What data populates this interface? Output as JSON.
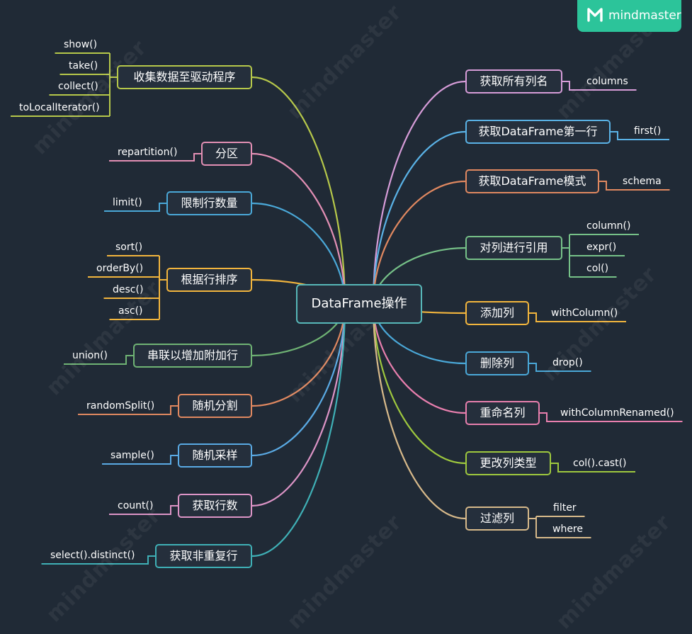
{
  "brand": {
    "name": "mindmaster",
    "icon": "mindmaster-logo-icon"
  },
  "watermark": "mindmaster",
  "central": {
    "label": "DataFrame操作",
    "color": "#57b7b8"
  },
  "left_topics": [
    {
      "label": "收集数据至驱动程序",
      "color": "#b6c84a",
      "leaves": [
        "show()",
        "take()",
        "collect()",
        "toLocalIterator()"
      ]
    },
    {
      "label": "分区",
      "color": "#e28fb4",
      "leaves": [
        "repartition()"
      ]
    },
    {
      "label": "限制行数量",
      "color": "#4aa8d8",
      "leaves": [
        "limit()"
      ]
    },
    {
      "label": "根据行排序",
      "color": "#f2b53d",
      "leaves": [
        "sort()",
        "orderBy()",
        "desc()",
        "asc()"
      ]
    },
    {
      "label": "串联以增加附加行",
      "color": "#6fb374",
      "leaves": [
        "union()"
      ]
    },
    {
      "label": "随机分割",
      "color": "#e08860",
      "leaves": [
        "randomSplit()"
      ]
    },
    {
      "label": "随机采样",
      "color": "#5aaae4",
      "leaves": [
        "sample()"
      ]
    },
    {
      "label": "获取行数",
      "color": "#dc94c6",
      "leaves": [
        "count()"
      ]
    },
    {
      "label": "获取非重复行",
      "color": "#3fb0b6",
      "leaves": [
        "select().distinct()"
      ]
    }
  ],
  "right_topics": [
    {
      "label": "获取所有列名",
      "color": "#d69cd8",
      "leaves": [
        "columns"
      ]
    },
    {
      "label": "获取DataFrame第一行",
      "color": "#5ab2e6",
      "leaves": [
        "first()"
      ]
    },
    {
      "label": "获取DataFrame模式",
      "color": "#e08860",
      "leaves": [
        "schema"
      ]
    },
    {
      "label": "对列进行引用",
      "color": "#76c188",
      "leaves": [
        "column()",
        "expr()",
        "col()"
      ]
    },
    {
      "label": "添加列",
      "color": "#f2b53d",
      "leaves": [
        "withColumn()"
      ]
    },
    {
      "label": "删除列",
      "color": "#4aa8d8",
      "leaves": [
        "drop()"
      ]
    },
    {
      "label": "重命名列",
      "color": "#e87fae",
      "leaves": [
        "withColumnRenamed()"
      ]
    },
    {
      "label": "更改列类型",
      "color": "#9ec83e",
      "leaves": [
        "col().cast()"
      ]
    },
    {
      "label": "过滤列",
      "color": "#d7b98a",
      "leaves": [
        "filter",
        "where"
      ]
    }
  ]
}
